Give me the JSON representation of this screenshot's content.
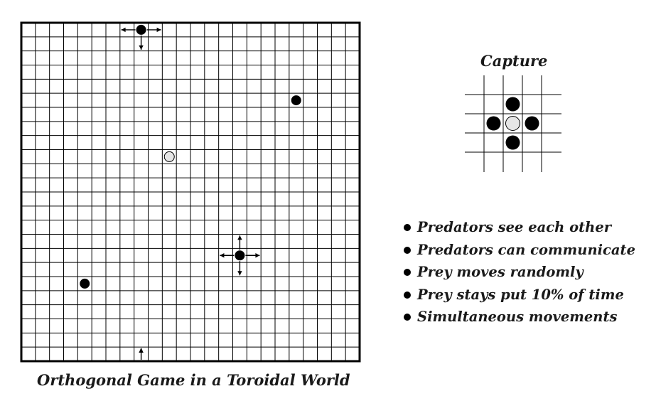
{
  "caption": "Orthogonal Game in a Toroidal World",
  "capture_title": "Capture",
  "bullets": [
    "Predators see each other",
    "Predators can communicate",
    "Prey moves randomly",
    "Prey stays put 10% of time",
    "Simultaneous movements"
  ],
  "grid": {
    "cells": 24,
    "predators": [
      {
        "col": 8,
        "row": 0,
        "arrows": [
          "left",
          "right",
          "down"
        ]
      },
      {
        "col": 19,
        "row": 5,
        "arrows": []
      },
      {
        "col": 15,
        "row": 16,
        "arrows": [
          "left",
          "right",
          "up",
          "down"
        ]
      },
      {
        "col": 4,
        "row": 18,
        "arrows": []
      }
    ],
    "prey": [
      {
        "col": 10,
        "row": 9
      }
    ],
    "edge_arrows": [
      {
        "col": 8,
        "row": 23,
        "dir": "up"
      }
    ]
  },
  "capture": {
    "size": 4,
    "prey": {
      "col": 1.5,
      "row": 1.5
    },
    "predators": [
      {
        "col": 1.5,
        "row": 0.5
      },
      {
        "col": 0.5,
        "row": 1.5
      },
      {
        "col": 2.5,
        "row": 1.5
      },
      {
        "col": 1.5,
        "row": 2.5
      }
    ]
  },
  "colors": {
    "predator": "#000000",
    "prey": "#e6e6e6",
    "grid": "#000000"
  }
}
